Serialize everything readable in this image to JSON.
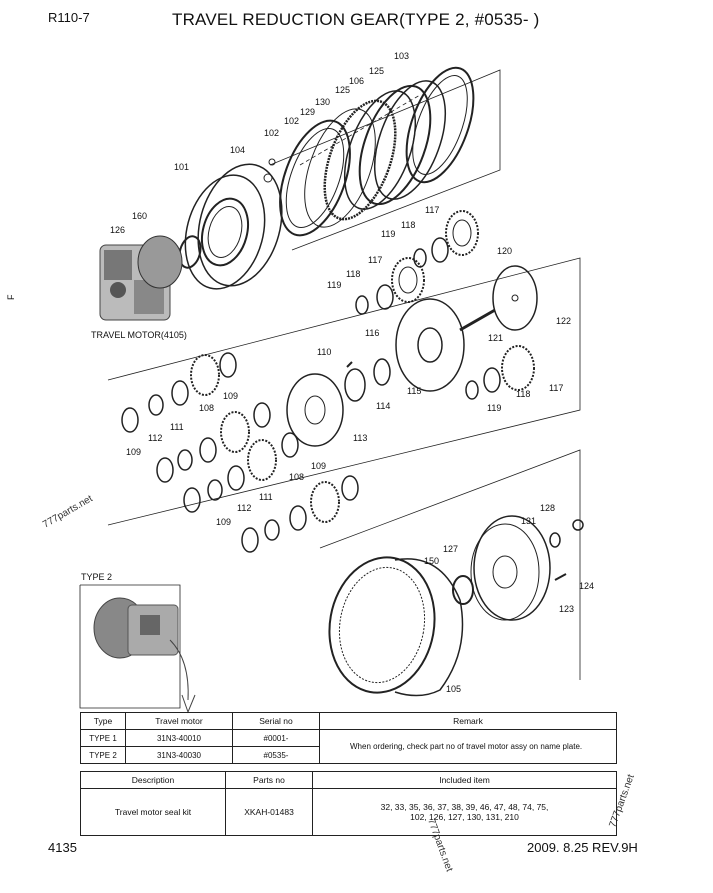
{
  "header": {
    "model": "R110-7",
    "title": "TRAVEL REDUCTION GEAR(TYPE 2, #0535- )"
  },
  "footer": {
    "page_number": "4135",
    "revision": "2009. 8.25  REV.9H"
  },
  "diagram": {
    "part_labels": [
      "103",
      "125",
      "106",
      "125",
      "130",
      "129",
      "102",
      "102",
      "104",
      "101",
      "160",
      "126",
      "117",
      "118",
      "119",
      "120",
      "117",
      "118",
      "119",
      "122",
      "116",
      "121",
      "117",
      "118",
      "119",
      "110",
      "114",
      "115",
      "113",
      "108",
      "109",
      "112",
      "111",
      "109",
      "108",
      "109",
      "111",
      "112",
      "109",
      "128",
      "131",
      "127",
      "150",
      "124",
      "123",
      "105"
    ],
    "motor_caption": "TRAVEL MOTOR(4105)",
    "type2_label": "TYPE 2",
    "watermarks": [
      "777parts.net",
      "777parts.net",
      "777parts.net"
    ],
    "side_mark": "F"
  },
  "type_table": {
    "headers": [
      "Type",
      "Travel motor",
      "Serial no",
      "Remark"
    ],
    "rows": [
      {
        "type": "TYPE 1",
        "motor": "31N3-40010",
        "serial": "#0001-"
      },
      {
        "type": "TYPE 2",
        "motor": "31N3-40030",
        "serial": "#0535-"
      }
    ],
    "remark": "When ordering, check part no of travel motor assy on name plate."
  },
  "kit_table": {
    "headers": [
      "Description",
      "Parts no",
      "Included item"
    ],
    "description": "Travel motor seal kit",
    "parts_no": "XKAH-01483",
    "included_line1": "32, 33, 35, 36, 37, 38, 39, 46, 47, 48, 74, 75,",
    "included_line2": "102, 126, 127, 130, 131, 210"
  }
}
